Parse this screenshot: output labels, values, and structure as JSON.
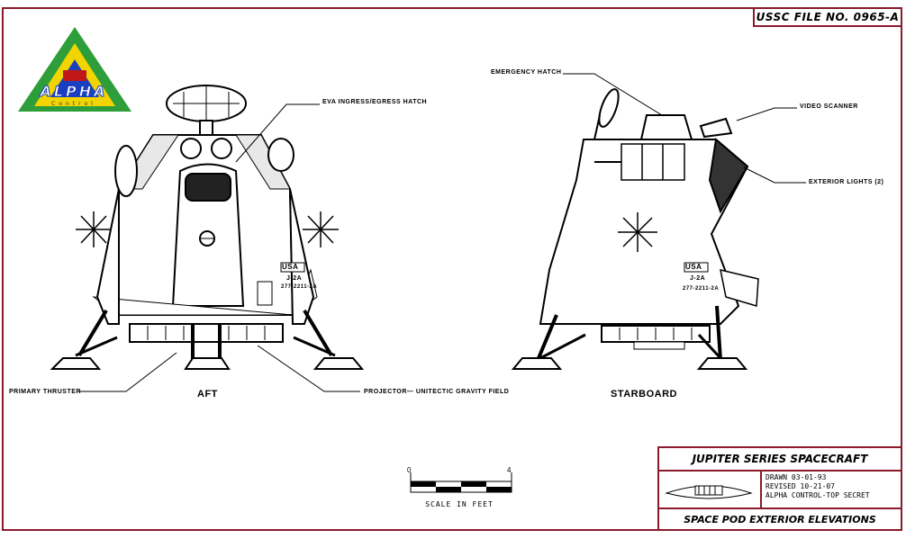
{
  "file_number": "USSC FILE NO. 0965-A",
  "logo": {
    "text": "ALPHA",
    "subtext": "Control"
  },
  "views": {
    "aft": "AFT",
    "starboard": "STARBOARD"
  },
  "callouts": {
    "eva_hatch": "EVA INGRESS/EGRESS HATCH",
    "primary_thruster": "PRIMARY THRUSTER",
    "projector": "PROJECTOR— UNITECTIC GRAVITY FIELD",
    "emergency_hatch": "EMERGENCY HATCH",
    "video_scanner": "VIDEO SCANNER",
    "exterior_lights": "EXTERIOR LIGHTS (2)"
  },
  "markings": {
    "usa": "USA",
    "designation": "J-2A",
    "serial": "277-2211-2A"
  },
  "scale": {
    "start": "0",
    "end": "4",
    "label": "SCALE IN FEET"
  },
  "title_block": {
    "title": "JUPITER SERIES SPACECRAFT",
    "drawn": "DRAWN 03-01-93",
    "revised": "REVISED 10-21-07",
    "classification": "ALPHA CONTROL-TOP SECRET",
    "subtitle": "SPACE POD EXTERIOR ELEVATIONS"
  },
  "colors": {
    "border": "#8b1a2b",
    "logo_green": "#2e9e3a",
    "logo_yellow": "#f2d400",
    "logo_blue": "#1a3fbf",
    "logo_red": "#c01818"
  }
}
